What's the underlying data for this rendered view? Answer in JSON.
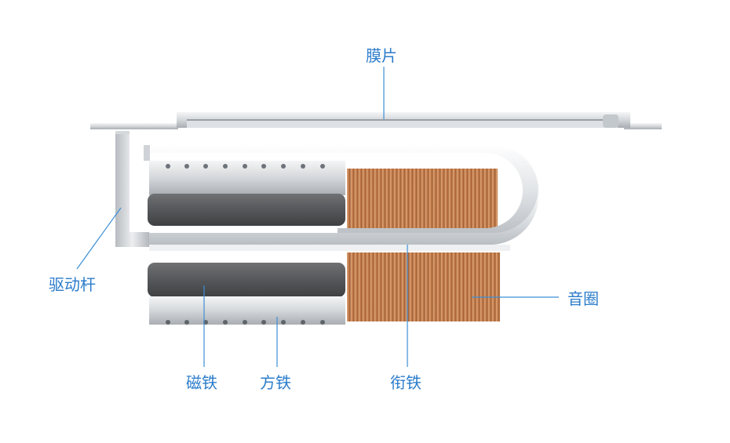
{
  "colors": {
    "label": "#2b7ccb",
    "leader": "#3d8fd6",
    "steel_light": "#eef0f2",
    "steel_mid": "#c9cdd1",
    "steel_dark": "#8e959c",
    "magnet_dark": "#4a4c4e",
    "magnet_light": "#6c6e70",
    "copper_light": "#d99a6a",
    "copper_dark": "#a45f33"
  },
  "labels": {
    "diaphragm": "膜片",
    "drive_rod": "驱动杆",
    "magnet": "磁铁",
    "square_iron": "方铁",
    "armature": "衔铁",
    "voice_coil": "音圈"
  }
}
